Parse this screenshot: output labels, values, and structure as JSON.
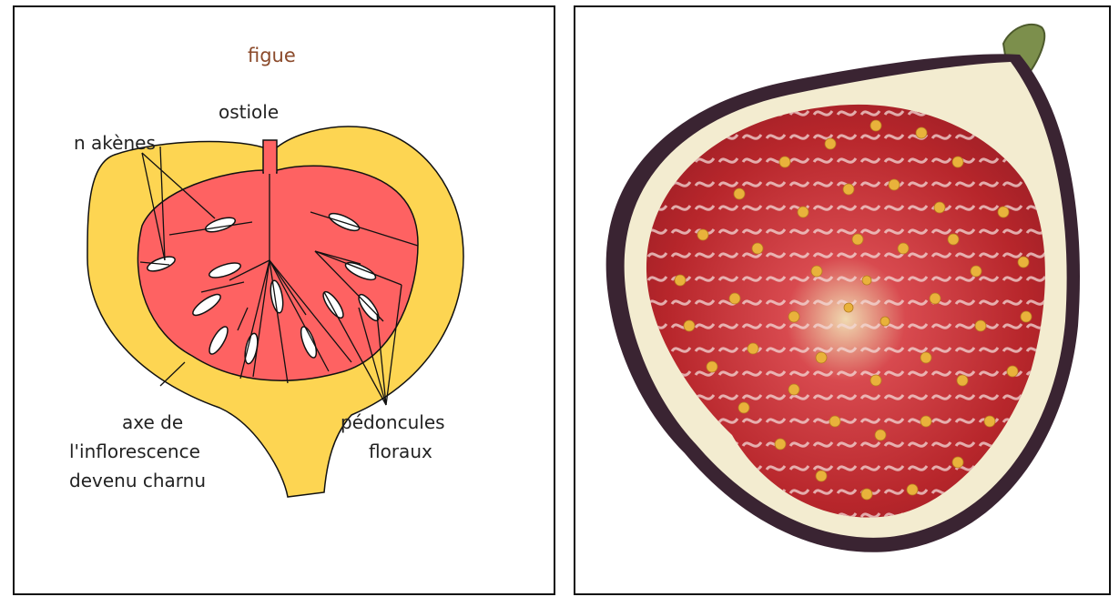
{
  "diagram": {
    "title": "figue",
    "labels": {
      "ostiole": "ostiole",
      "akenes": "n akènes",
      "axe_line1": "axe de",
      "axe_line2": "l'inflorescence",
      "axe_line3": "devenu charnu",
      "pedoncules_line1": "pédoncules",
      "pedoncules_line2": "floraux"
    },
    "colors": {
      "receptacle": "#fdd552",
      "cavity": "#fe6262",
      "akene": "#ffffff",
      "outline": "#111111",
      "title": "#8b4a2b"
    }
  },
  "photo": {
    "subject": "fig-cross-section",
    "colors": {
      "skin": "#3a2432",
      "flesh": "#f3ecd0",
      "pulp": "#c1272d",
      "seed": "#e9b23b",
      "stem": "#7c8f4c"
    }
  }
}
